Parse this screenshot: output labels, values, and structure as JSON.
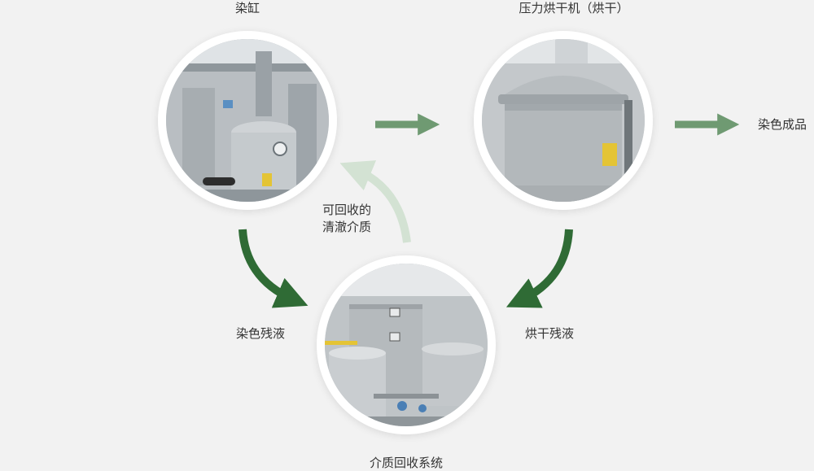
{
  "diagram": {
    "nodes": {
      "dye_vat": {
        "label": "染缸",
        "photo_icon": "dyeing-vessel-photo"
      },
      "pressure_dryer": {
        "label": "压力烘干机（烘干）",
        "photo_icon": "pressure-dryer-photo"
      },
      "recovery_system": {
        "label": "介质回收系统",
        "photo_icon": "recovery-tanks-photo"
      }
    },
    "outputs": {
      "finished_product": "染色成品"
    },
    "edges": {
      "dye_residue": "染色残液",
      "dry_residue": "烘干残液",
      "recycled_medium_line1": "可回收的",
      "recycled_medium_line2": "清澈介质"
    },
    "colors": {
      "arrow_dark": "#2f6b35",
      "arrow_medium": "#6f9a72",
      "arrow_light": "#d3e2d3",
      "background": "#f2f2f2",
      "text": "#333333"
    }
  }
}
